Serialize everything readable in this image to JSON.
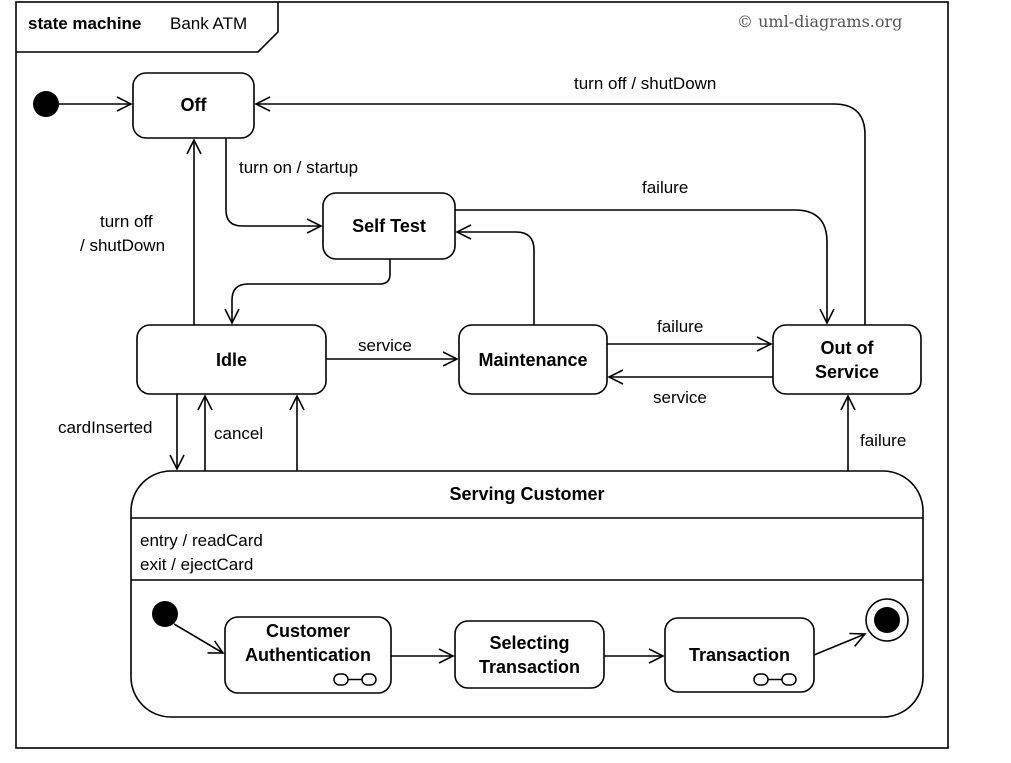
{
  "frame": {
    "kind": "state machine",
    "name": "Bank ATM",
    "copyright": "© uml-diagrams.org"
  },
  "states": {
    "off": "Off",
    "self_test": "Self Test",
    "idle": "Idle",
    "maintenance": "Maintenance",
    "out_of_service": [
      "Out of",
      "Service"
    ],
    "serving_customer": "Serving Customer",
    "customer_authentication": [
      "Customer",
      "Authentication"
    ],
    "selecting_transaction": [
      "Selecting",
      "Transaction"
    ],
    "transaction": "Transaction"
  },
  "serving_customer_activities": {
    "entry": "entry / readCard",
    "exit": "exit / ejectCard"
  },
  "transitions": {
    "turn_on": "turn on / startup",
    "turn_off_top": "turn off / shutDown",
    "turn_off_left": [
      "turn off",
      "/ shutDown"
    ],
    "failure_selftest": "failure",
    "failure_maintenance": "failure",
    "failure_serving": "failure",
    "service_idle": "service",
    "service_oos": "service",
    "card_inserted": "cardInserted",
    "cancel": "cancel"
  },
  "colors": {
    "stroke": "#000000",
    "background": "#ffffff",
    "copyright": "#555555"
  },
  "icons": {
    "initial": "initial-pseudostate",
    "final": "final-state",
    "submachine": "submachine-glasses-icon"
  }
}
